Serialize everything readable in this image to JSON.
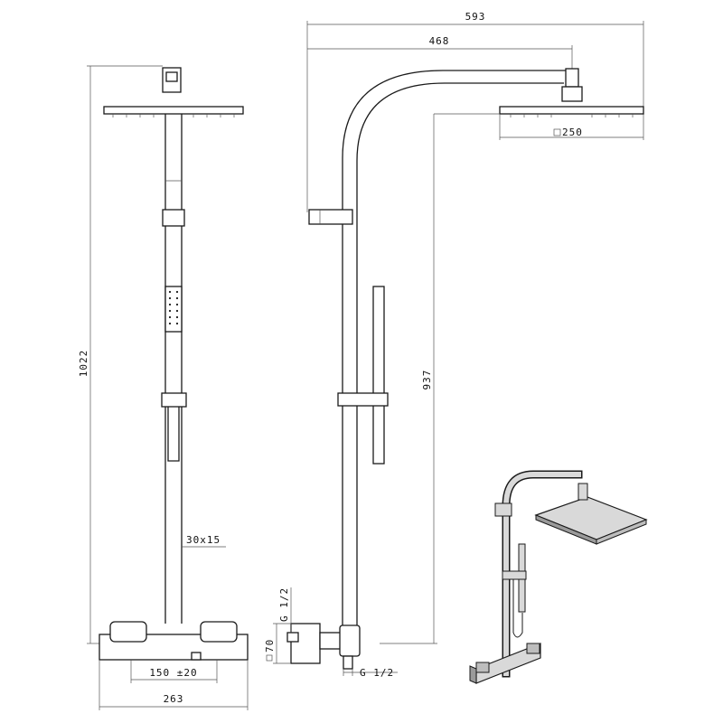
{
  "drawing": {
    "front_view": {
      "height_dim": "1022",
      "tube_dim": "30x15",
      "mixer_spacing_dim": "150 ±20",
      "overall_width_dim": "263"
    },
    "side_view": {
      "arm_reach_dim": "593",
      "arm_offset_dim": "468",
      "head_size_dim": "250",
      "head_height_dim": "937",
      "inlet_thread_top": "G 1/2",
      "inlet_thread_bottom": "G 1/2",
      "square_dim": "70"
    },
    "square_symbol": "□"
  },
  "colors": {
    "line": "#1a1a1a",
    "render_fill": "#d9d9d9",
    "render_dark": "#9a9a9a"
  }
}
